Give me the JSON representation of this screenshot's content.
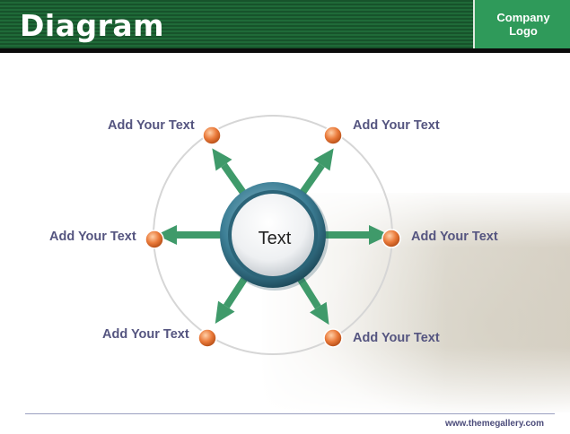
{
  "header": {
    "title": "Diagram",
    "logo_line1": "Company",
    "logo_line2": "Logo"
  },
  "diagram": {
    "center": "Text",
    "nodes": [
      {
        "label": "Add Your Text"
      },
      {
        "label": "Add Your Text"
      },
      {
        "label": "Add Your Text"
      },
      {
        "label": "Add Your Text"
      },
      {
        "label": "Add Your Text"
      },
      {
        "label": "Add Your Text"
      }
    ]
  },
  "footer": {
    "url": "www.themegallery.com"
  },
  "colors": {
    "header": "#1f6a38",
    "logo_bg": "#2f9a5a",
    "arrow": "#3f9a6a",
    "node": "#e8793a",
    "label": "#555580",
    "center_ring": "#3d7f96"
  }
}
